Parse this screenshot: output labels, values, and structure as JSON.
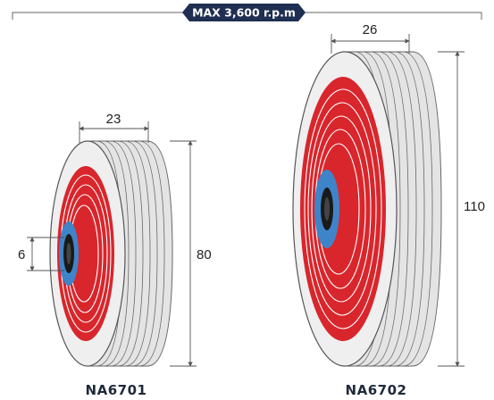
{
  "speed_badge": {
    "text": "MAX 3,600 r.p.m",
    "color": "#1f2f52"
  },
  "wheels": [
    {
      "model": "NA6701",
      "width_label": "23",
      "diameter_label": "80",
      "bore_label": "6"
    },
    {
      "model": "NA6702",
      "width_label": "26",
      "diameter_label": "110"
    }
  ],
  "colors": {
    "red": "#d8262c",
    "blue": "#3f84c8",
    "hub": "#1a1a1a",
    "cloth": "#ececec",
    "line": "#555555"
  },
  "icons": [
    "buffing-wheel-icon"
  ]
}
